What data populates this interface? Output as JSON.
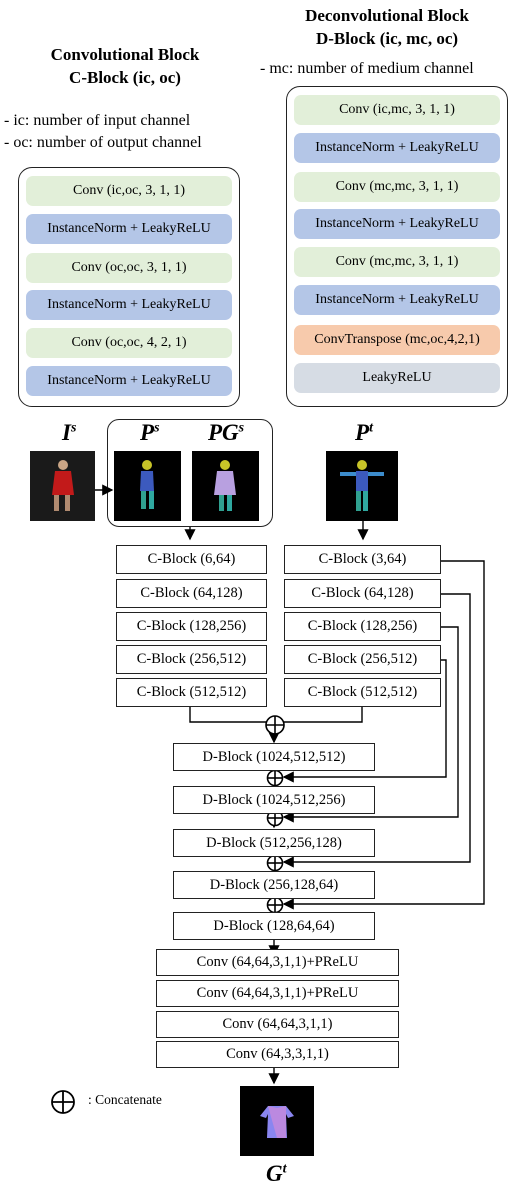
{
  "conv_block": {
    "title_1": "Convolutional Block",
    "title_2": "C-Block (ic, oc)",
    "note_ic": "- ic: number of input channel",
    "note_oc": "- oc: number of output channel",
    "layers": [
      "Conv (ic,oc, 3, 1, 1)",
      "InstanceNorm + LeakyReLU",
      "Conv (oc,oc, 3, 1, 1)",
      "InstanceNorm + LeakyReLU",
      "Conv (oc,oc, 4, 2, 1)",
      "InstanceNorm + LeakyReLU"
    ]
  },
  "deconv_block": {
    "title_1": "Deconvolutional Block",
    "title_2": "D-Block (ic, mc, oc)",
    "note_mc": "- mc: number of medium channel",
    "layers": [
      "Conv (ic,mc, 3, 1, 1)",
      "InstanceNorm + LeakyReLU",
      "Conv (mc,mc, 3, 1, 1)",
      "InstanceNorm + LeakyReLU",
      "Conv (mc,mc, 3, 1, 1)",
      "InstanceNorm + LeakyReLU",
      "ConvTranspose (mc,oc,4,2,1)",
      "LeakyReLU"
    ]
  },
  "symbols": {
    "source_image": "I",
    "source_image_sup": "s",
    "source_pose": "P",
    "source_pose_sup": "s",
    "source_garment": "PG",
    "source_garment_sup": "s",
    "target_pose": "P",
    "target_pose_sup": "t",
    "output": "G",
    "output_sup": "t"
  },
  "encoder_left": [
    "C-Block (6,64)",
    "C-Block (64,128)",
    "C-Block (128,256)",
    "C-Block (256,512)",
    "C-Block (512,512)"
  ],
  "encoder_right": [
    "C-Block (3,64)",
    "C-Block (64,128)",
    "C-Block (128,256)",
    "C-Block (256,512)",
    "C-Block (512,512)"
  ],
  "decoder": [
    "D-Block (1024,512,512)",
    "D-Block (1024,512,256)",
    "D-Block (512,256,128)",
    "D-Block (256,128,64)",
    "D-Block (128,64,64)"
  ],
  "head": [
    "Conv (64,64,3,1,1)+PReLU",
    "Conv (64,64,3,1,1)+PReLU",
    "Conv (64,64,3,1,1)",
    "Conv (64,3,3,1,1)"
  ],
  "legend": {
    "label": ": Concatenate"
  },
  "colors": {
    "conv": "#e2efd9",
    "norm": "#b4c6e7",
    "transpose": "#f7caac",
    "activation": "#d6dce4"
  }
}
